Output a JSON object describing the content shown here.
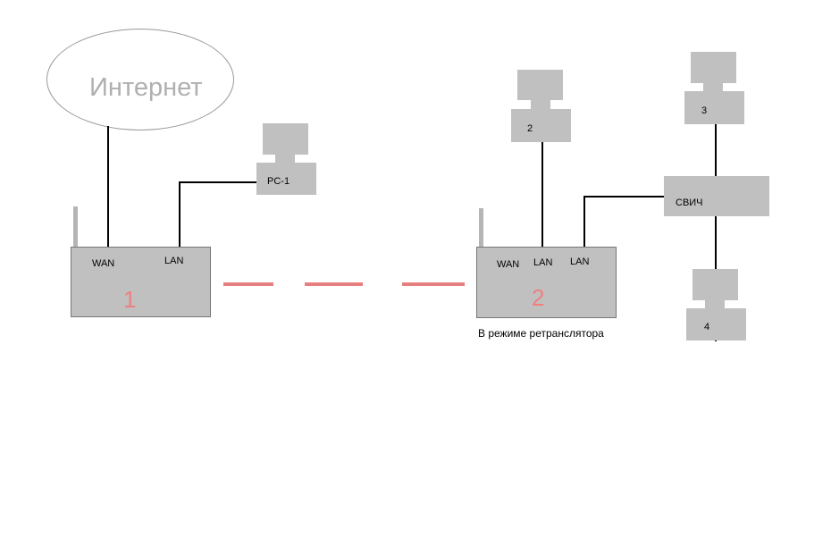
{
  "cloud": {
    "label": "Интернет"
  },
  "router1": {
    "wan_label": "WAN",
    "lan_label": "LAN",
    "number": "1"
  },
  "router2": {
    "wan_label": "WAN",
    "lan1_label": "LAN",
    "lan2_label": "LAN",
    "number": "2",
    "caption": "В режиме ретранслятора"
  },
  "pc1": {
    "label": "PC-1"
  },
  "pc2": {
    "label": "2"
  },
  "pc3": {
    "label": "3"
  },
  "pc4": {
    "label": "4"
  },
  "switch": {
    "label": "СВИЧ"
  },
  "colors": {
    "router_number": "#ee8080",
    "wireless_link": "#e67f7f",
    "device_fill": "#c0c0c0"
  }
}
